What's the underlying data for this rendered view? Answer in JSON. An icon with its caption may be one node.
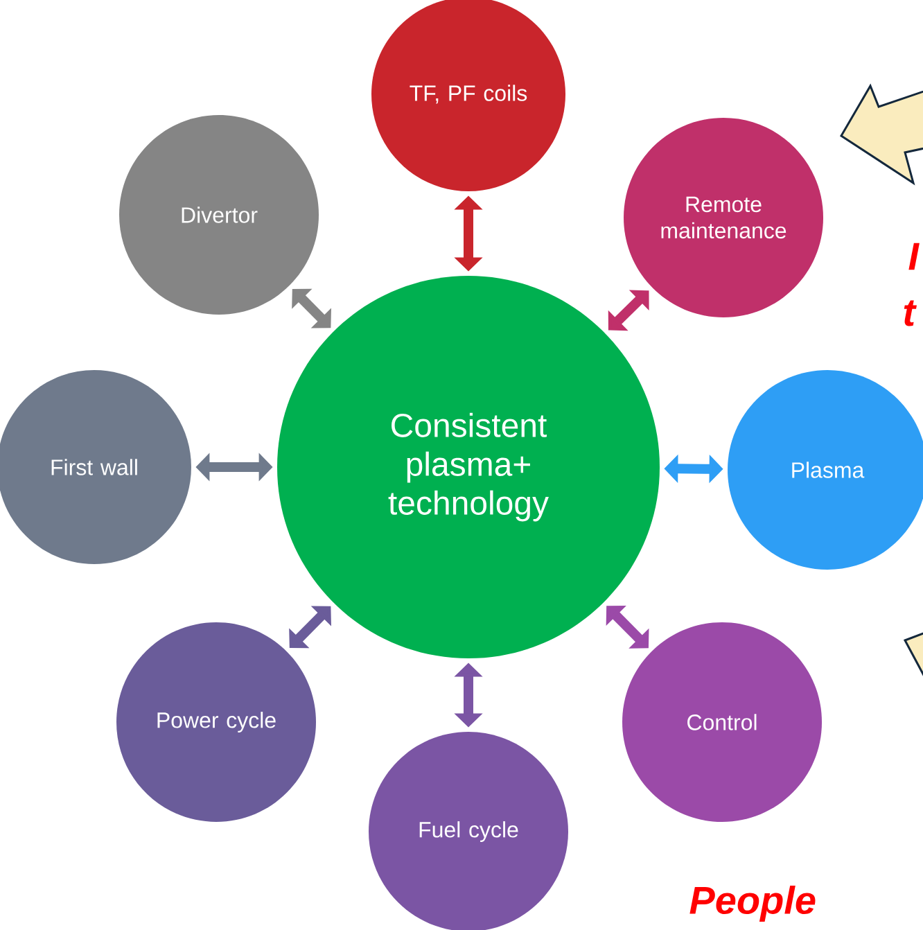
{
  "diagram": {
    "nodes": [
      {
        "text": [
          "Consistent plasma+ technology"
        ]
      },
      {
        "text": [
          "TF, PF coils"
        ]
      },
      {
        "text": [
          "Remote maintenance"
        ]
      },
      {
        "text": [
          "Plasma"
        ]
      },
      {
        "text": [
          "Control"
        ]
      },
      {
        "text": [
          "Fuel cycle"
        ]
      },
      {
        "text": [
          "Power cycle"
        ]
      },
      {
        "text": [
          "First wall"
        ]
      },
      {
        "text": [
          "Divertor"
        ]
      }
    ],
    "edges": [
      {
        "from": 0,
        "to": 1,
        "arrow": "both",
        "color": "#c9252c"
      },
      {
        "from": 0,
        "to": 2,
        "arrow": "both",
        "color": "#c0306a"
      },
      {
        "from": 0,
        "to": 3,
        "arrow": "both",
        "color": "#2e9ef5"
      },
      {
        "from": 0,
        "to": 4,
        "arrow": "both",
        "color": "#9b4aa8"
      },
      {
        "from": 0,
        "to": 5,
        "arrow": "both",
        "color": "#7b55a4"
      },
      {
        "from": 0,
        "to": 6,
        "arrow": "both",
        "color": "#6a5c9a"
      },
      {
        "from": 0,
        "to": 7,
        "arrow": "both",
        "color": "#6f7a8c"
      },
      {
        "from": 0,
        "to": 8,
        "arrow": "both",
        "color": "#858585"
      }
    ],
    "labels": [
      "I",
      "t",
      "People"
    ]
  }
}
